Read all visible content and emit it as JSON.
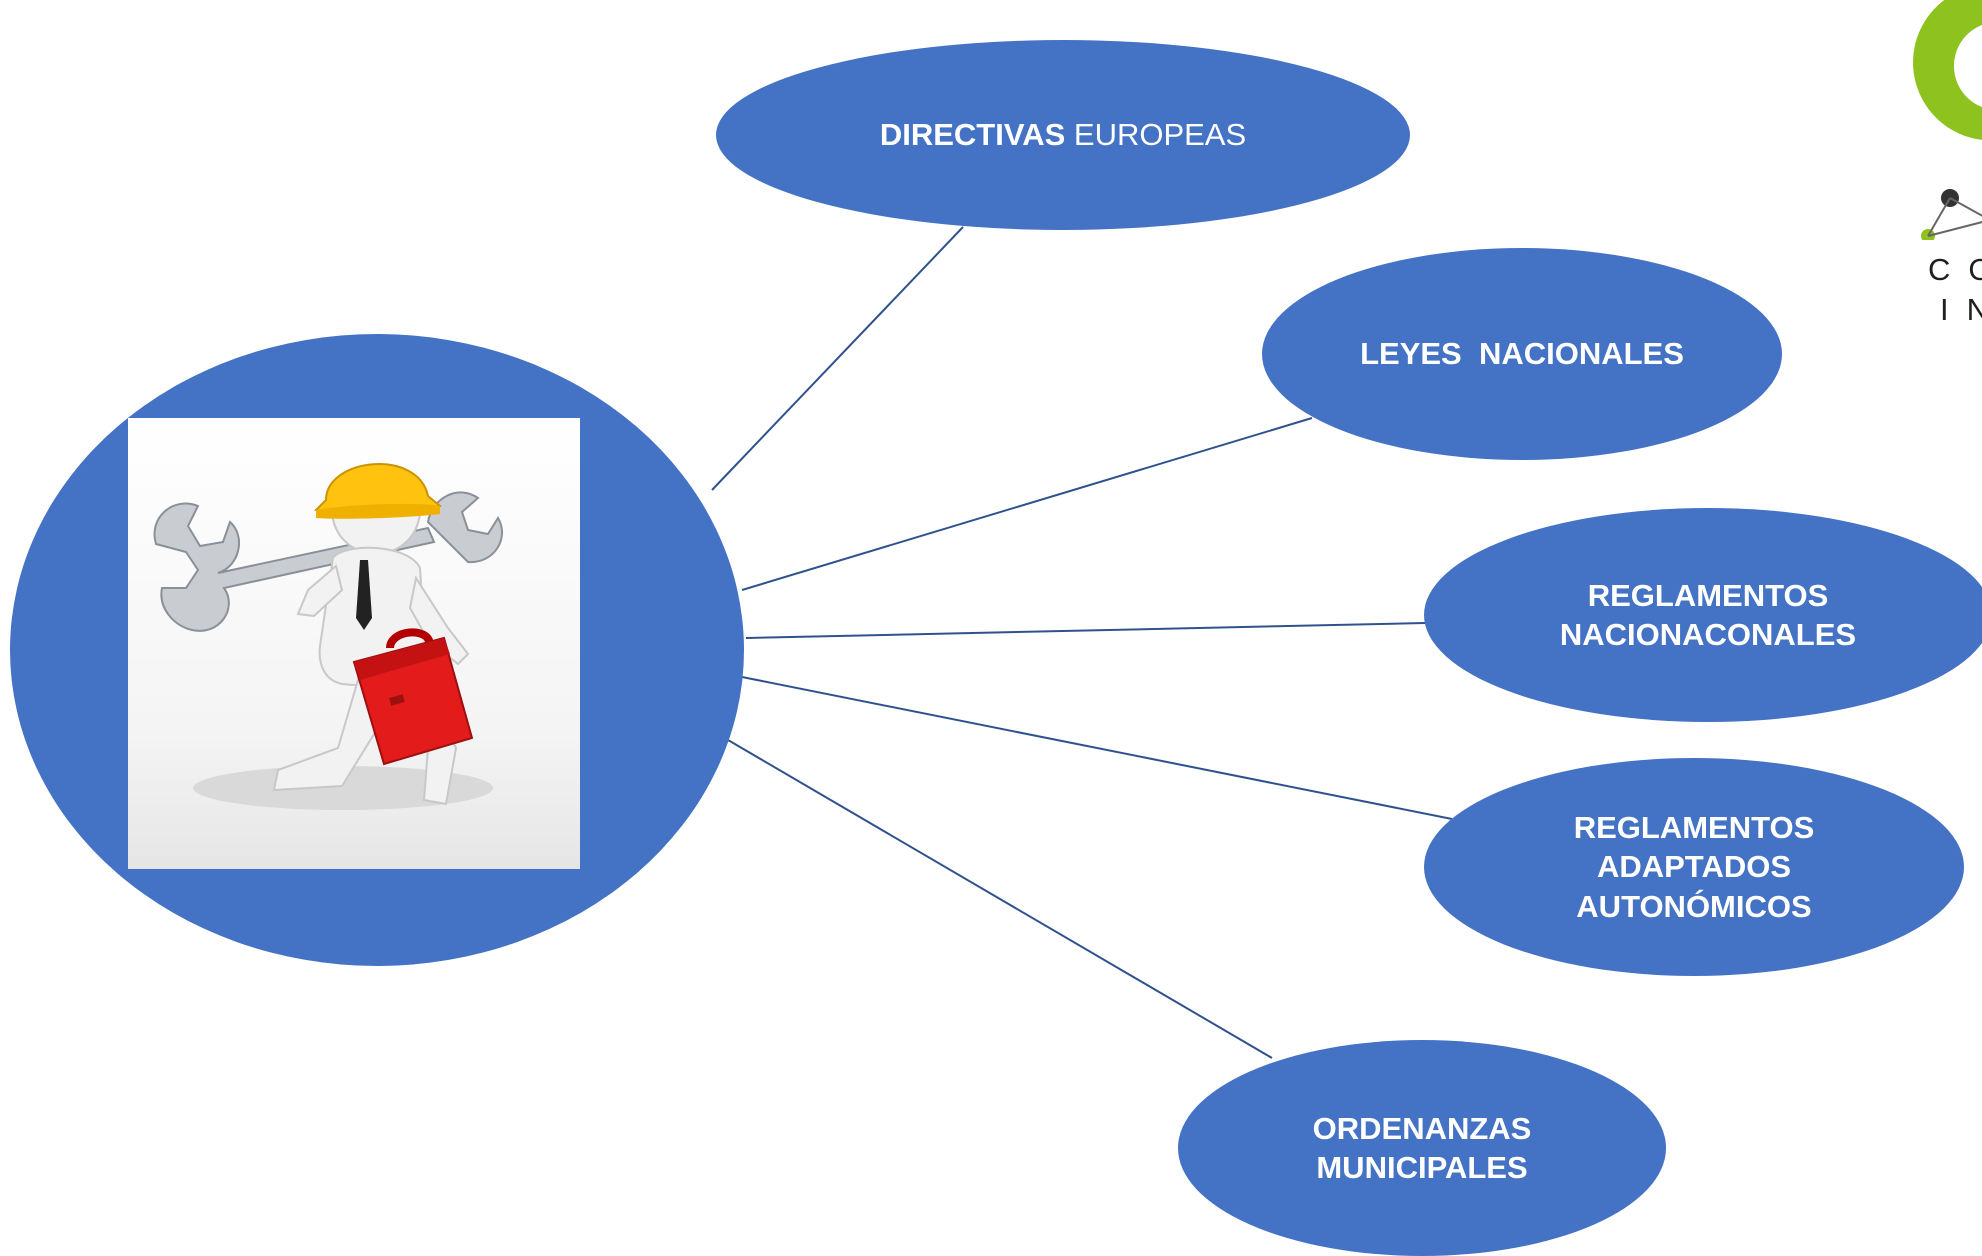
{
  "colors": {
    "node_fill": "#4472c4",
    "connector": "#2f528f",
    "text": "#ffffff",
    "logo_green": "#8dc21f",
    "logo_dark": "#333333"
  },
  "hub": {
    "image": "worker-with-wrench-and-toolbox"
  },
  "nodes": {
    "directivas": {
      "bold": "DIRECTIVAS",
      "plain": "EUROPEAS"
    },
    "leyes": {
      "line1": "LEYES  NACIONALES"
    },
    "reglamentos_nacionales": {
      "line1": "REGLAMENTOS",
      "line2": "NACIONACONALES"
    },
    "reglamentos_adaptados": {
      "line1": "REGLAMENTOS",
      "line2": "ADAPTADOS",
      "line3": "AUTONÓMICOS"
    },
    "ordenanzas": {
      "line1": "ORDENANZAS",
      "line2": "MUNICIPALES"
    }
  },
  "logo": {
    "line1": "CO",
    "line2": "IN"
  }
}
